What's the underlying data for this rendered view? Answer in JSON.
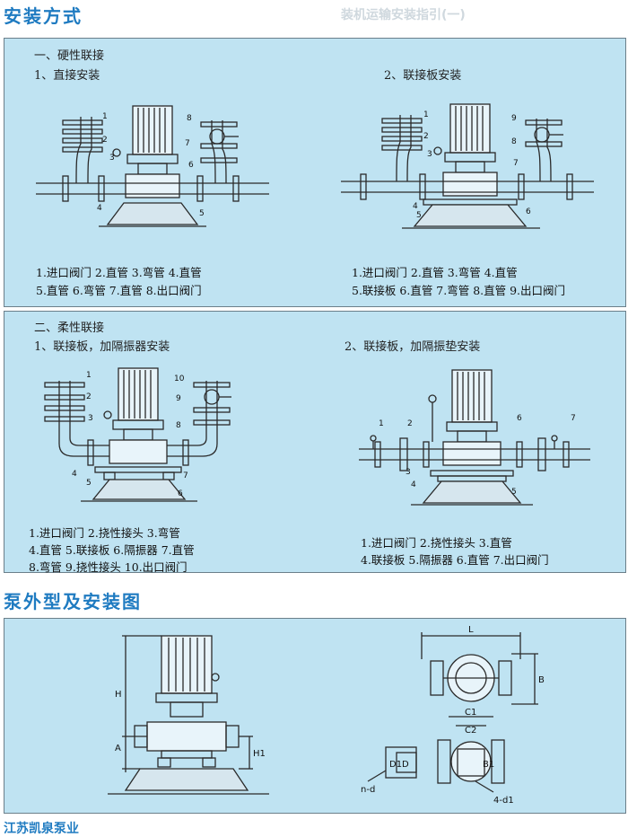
{
  "header": {
    "title": "安装方式",
    "faded_text": "装机运输安装指引(一)"
  },
  "rigid": {
    "heading": "一、硬性联接",
    "left": {
      "subtitle": "1、直接安装",
      "legend": [
        "1.进口阀门 2.直管 3.弯管 4.直管",
        "5.直管 6.弯管 7.直管 8.出口阀门"
      ],
      "callouts": [
        "1",
        "2",
        "3",
        "4",
        "5",
        "6",
        "7",
        "8"
      ]
    },
    "right": {
      "subtitle": "2、联接板安装",
      "legend": [
        "1.进口阀门 2.直管 3.弯管 4.直管",
        "5.联接板 6.直管 7.弯管 8.直管 9.出口阀门"
      ],
      "callouts": [
        "1",
        "2",
        "3",
        "4",
        "5",
        "6",
        "7",
        "8",
        "9"
      ]
    }
  },
  "flexible": {
    "heading": "二、柔性联接",
    "left": {
      "subtitle": "1、联接板，加隔振器安装",
      "legend": [
        "1.进口阀门 2.挠性接头 3.弯管",
        "4.直管 5.联接板 6.隔振器 7.直管",
        "8.弯管 9.挠性接头 10.出口阀门"
      ],
      "callouts": [
        "1",
        "2",
        "3",
        "4",
        "5",
        "6",
        "7",
        "8",
        "9",
        "10"
      ]
    },
    "right": {
      "subtitle": "2、联接板，加隔振垫安装",
      "legend": [
        "1.进口阀门 2.挠性接头 3.直管",
        "4.联接板 5.隔振器 6.直管 7.出口阀门"
      ],
      "callouts": [
        "1",
        "2",
        "3",
        "4",
        "5",
        "6",
        "7"
      ]
    }
  },
  "outline_section": {
    "title": "泵外型及安装图",
    "dims_left": [
      "H",
      "A",
      "H1"
    ],
    "dims_right": [
      "L",
      "B",
      "C1",
      "C2",
      "D",
      "D1",
      "B1",
      "n-d",
      "4-d1"
    ]
  },
  "footer": {
    "text": "江苏凯泉泵业"
  },
  "colors": {
    "panel_bg": "#bfe3f2",
    "title_blue": "#1f7bc1",
    "line": "#2a2a2a"
  }
}
